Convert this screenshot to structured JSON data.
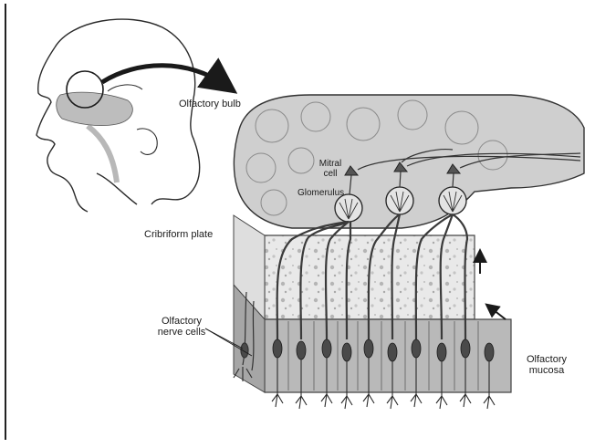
{
  "labels": {
    "olfactory_bulb": "Olfactory bulb",
    "mitral_cell_line1": "Mitral",
    "mitral_cell_line2": "cell",
    "glomerulus": "Glomerulus",
    "cribriform_plate": "Cribriform plate",
    "olfactory_nerve_cells_line1": "Olfactory",
    "olfactory_nerve_cells_line2": "nerve cells",
    "olfactory_mucosa_line1": "Olfactory",
    "olfactory_mucosa_line2": "mucosa"
  },
  "colors": {
    "ink": "#2b2b2b",
    "bulb_fill": "#cfcfcf",
    "plate_fill": "#e6e6e6",
    "mucosa_fill": "#b9b9b9",
    "nasal_cavity": "#bdbdbd"
  }
}
